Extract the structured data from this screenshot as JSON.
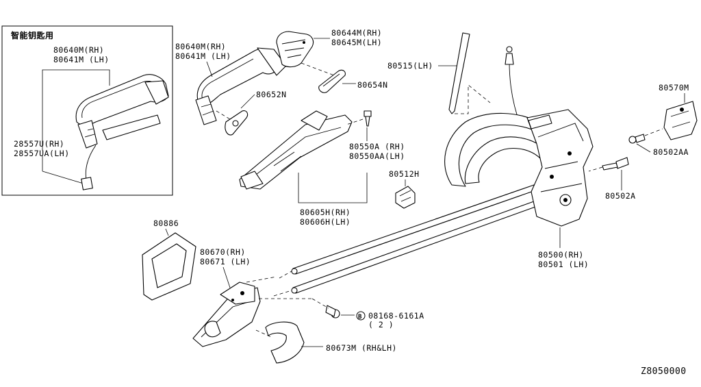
{
  "diagram_id": "Z8050000",
  "inset": {
    "title": "智能钥匙用",
    "handle_label": [
      "80640M(RH)",
      "80641M (LH)"
    ],
    "sensor_label": [
      "28557U(RH)",
      "28557UA(LH)"
    ]
  },
  "parts": {
    "outer_handle": [
      "80640M(RH)",
      "80641M (LH)"
    ],
    "escutcheon": [
      "80644M(RH)",
      "80645M(LH)"
    ],
    "outer_gasket": "80654N",
    "handle_gasket": "80652N",
    "lock_rod": "80515(LH)",
    "bracket_screw": [
      "80550A (RH)",
      "80550AA(LH)"
    ],
    "clip": "80512H",
    "handle_bracket": [
      "80605H(RH)",
      "80606H(LH)"
    ],
    "striker": "80570M",
    "striker_screw": "80502AA",
    "lock_screw": "80502A",
    "door_lock": [
      "80500(RH)",
      "80501 (LH)"
    ],
    "inner_pad": "80886",
    "inside_handle": [
      "80670(RH)",
      "80671 (LH)"
    ],
    "bolt": [
      "08168-6161A",
      "( 2 )"
    ],
    "bolt_symbol": "B",
    "escutcheon_inner": "80673M (RH&LH)"
  }
}
